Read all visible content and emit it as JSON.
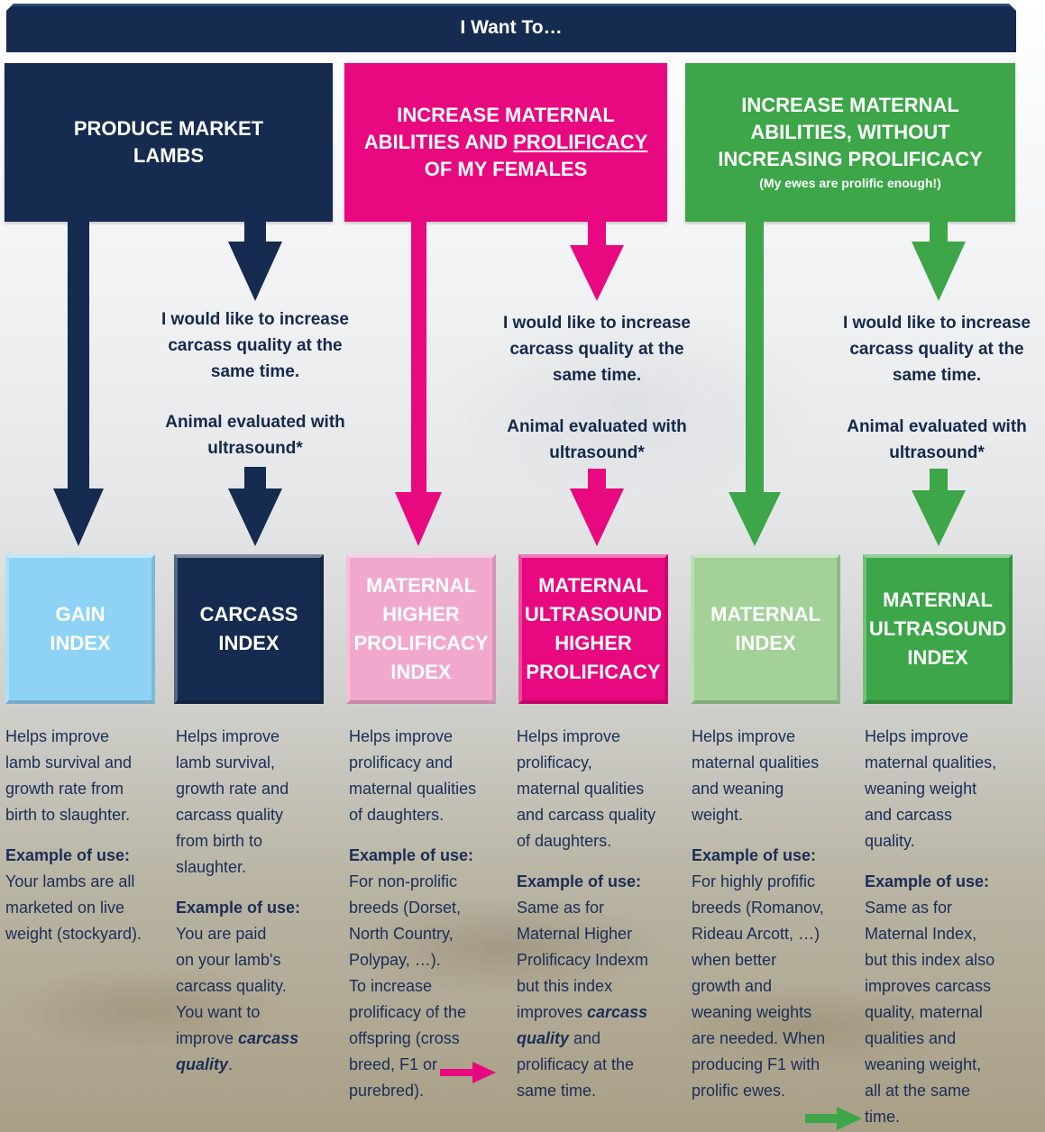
{
  "banner": "I Want To…",
  "goals": {
    "market": [
      "PRODUCE MARKET",
      "LAMBS"
    ],
    "prolific": {
      "line1": "INCREASE MATERNAL",
      "line2_a": "ABILITIES AND ",
      "line2_b": "PROLIFICACY",
      "line3": "OF MY FEMALES"
    },
    "maternal": {
      "line1": "INCREASE MATERNAL",
      "line2": "ABILITIES, WITHOUT",
      "line3": "INCREASING PROLIFICACY",
      "sub": "(My ewes are prolific enough!)"
    }
  },
  "note": {
    "carcass": [
      "I would like to increase",
      "carcass quality at the",
      "same time."
    ],
    "ultrasound": [
      "Animal evaluated with",
      "ultrasound*"
    ]
  },
  "indexes": [
    {
      "lines": [
        "GAIN",
        "INDEX"
      ],
      "color": "#8ed3f5",
      "text": "#ffffff"
    },
    {
      "lines": [
        "CARCASS",
        "INDEX"
      ],
      "color": "#152b4f",
      "text": "#ffffff"
    },
    {
      "lines": [
        "MATERNAL",
        "HIGHER",
        "PROLIFICACY",
        "INDEX"
      ],
      "color": "#f2a8cd",
      "text": "#ffffff"
    },
    {
      "lines": [
        "MATERNAL",
        "ULTRASOUND",
        "HIGHER",
        "PROLIFICACY"
      ],
      "color": "#e8087f",
      "text": "#ffffff"
    },
    {
      "lines": [
        "MATERNAL",
        "INDEX"
      ],
      "color": "#a3d198",
      "text": "#ffffff"
    },
    {
      "lines": [
        "MATERNAL",
        "ULTRASOUND",
        "INDEX"
      ],
      "color": "#3ca648",
      "text": "#ffffff"
    }
  ],
  "descriptions": [
    {
      "body": [
        "Helps improve",
        "lamb survival and",
        "growth rate from",
        "birth to slaughter."
      ],
      "ex_label": "Example of use:",
      "example": [
        "Your lambs are all",
        "marketed on live",
        "weight (stockyard)."
      ]
    },
    {
      "body": [
        "Helps improve",
        "lamb survival,",
        "growth rate and",
        "carcass quality",
        "from birth to",
        "slaughter."
      ],
      "ex_label": "Example of use:",
      "example_a": [
        "You are paid",
        "on your lamb's",
        "carcass quality.",
        "You want to"
      ],
      "example_b_plain": "improve ",
      "example_b_em": "carcass",
      "example_c_em": "quality",
      "example_c_plain": "."
    },
    {
      "body": [
        "Helps improve",
        "prolificacy and",
        "maternal qualities",
        "of daughters."
      ],
      "ex_label": "Example of use:",
      "example": [
        "For non-prolific",
        "breeds (Dorset,",
        "North Country,",
        "Polypay, …).",
        "To increase",
        "prolificacy of the",
        "offspring (cross",
        "breed, F1 or",
        "purebred)."
      ]
    },
    {
      "body": [
        "Helps improve",
        "prolificacy,",
        "maternal qualities",
        "and carcass quality",
        "of daughters."
      ],
      "ex_label": "Example of use:",
      "example_a": [
        "Same as for",
        "Maternal Higher",
        "Prolificacy Indexm",
        "but this index"
      ],
      "example_b_plain": "improves ",
      "example_b_em": "carcass",
      "example_c_em": "quality",
      "example_c_plain": " and",
      "example_d": [
        "prolificacy at the",
        "same time."
      ]
    },
    {
      "body": [
        "Helps improve",
        "maternal qualities",
        "and weaning",
        "weight."
      ],
      "ex_label": "Example of use:",
      "example": [
        "For highly profific",
        "breeds (Romanov,",
        "Rideau Arcott, …)",
        "when better",
        "growth and",
        "weaning weights",
        "are needed. When",
        "producing F1 with",
        "prolific ewes."
      ]
    },
    {
      "body": [
        "Helps improve",
        "maternal qualities,",
        "weaning weight",
        "and carcass",
        "quality."
      ],
      "ex_label": "Example of use:",
      "example": [
        "Same as for",
        "Maternal Index,",
        "but this index also",
        "improves carcass",
        "quality, maternal",
        "qualities and",
        "weaning weight,",
        "all at the same",
        "time."
      ]
    }
  ],
  "colors": {
    "navy": "#152b4f",
    "magenta": "#e8087f",
    "green": "#3ca648"
  }
}
